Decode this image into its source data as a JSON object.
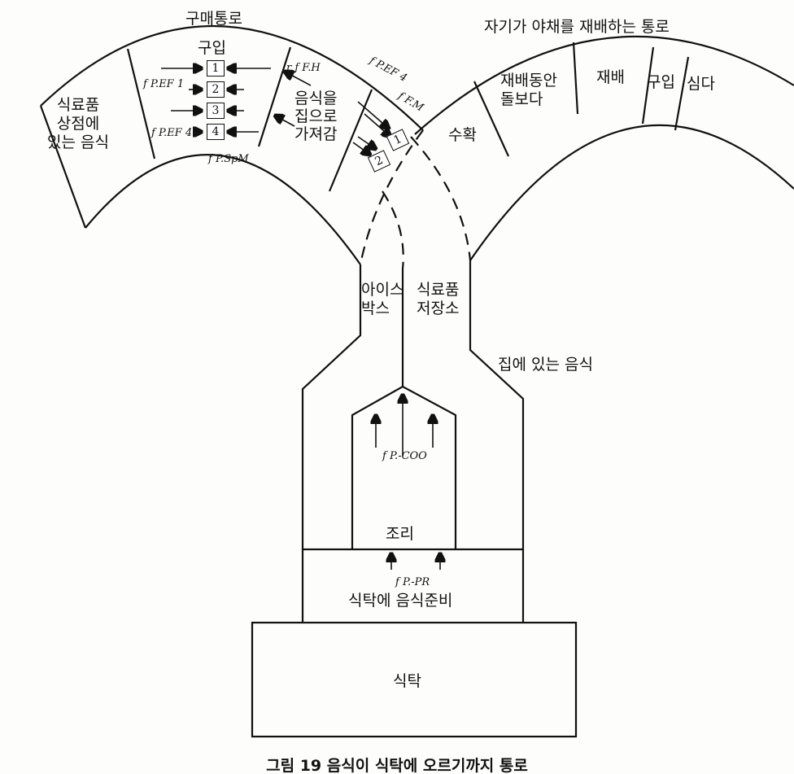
{
  "left_ring": {
    "title": "구매통로",
    "store_food": "식료품\n상점에\n있는 음식",
    "purchase": "구입",
    "boxes": [
      "1",
      "2",
      "3",
      "4"
    ],
    "bring_home": "음식을\n집으로\n가져감",
    "f_ef1": "f P.EF 1",
    "f_ef4": "f P.EF 4",
    "f_spm": "f P.SpM",
    "f_fh": "r f F.H",
    "f_ef_right": "f P.EF 4",
    "f_fm": "f F.M"
  },
  "cross_boxes": [
    "1",
    "2"
  ],
  "right_ring": {
    "title": "자기가 야채를 재배하는 통로",
    "segments": [
      "수확",
      "재배동안\n돌보다",
      "재배",
      "구입",
      "심다"
    ]
  },
  "storage": {
    "icebox": "아이스\n박스",
    "pantry": "식료품\n저장소",
    "home_food": "집에 있는 음식"
  },
  "cooking": {
    "f_coo": "f P.-COO",
    "label": "조리"
  },
  "prep": {
    "f_pr": "f P.-PR",
    "label": "식탁에 음식준비"
  },
  "table": {
    "label": "식탁"
  },
  "caption": "그림 19  음식이 식탁에 오르기까지 통로"
}
